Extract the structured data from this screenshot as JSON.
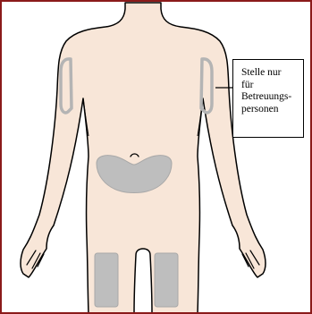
{
  "figure": {
    "frame_color": "#8B1A1A",
    "body_fill": "#F8E6D8",
    "body_outline": "#000000",
    "site_fill": "#BEBEBE",
    "site_outline": "#A0A0A0"
  },
  "sites": {
    "abdomen": "abdomen-injection-site",
    "right_thigh": "thigh-injection-site",
    "left_thigh": "thigh-injection-site",
    "right_upper_arm": "upper-arm-injection-site",
    "left_upper_arm": "upper-arm-injection-site"
  },
  "callout": {
    "lines": [
      "Stelle nur",
      "für",
      "Betreuungs-",
      "personen"
    ]
  }
}
